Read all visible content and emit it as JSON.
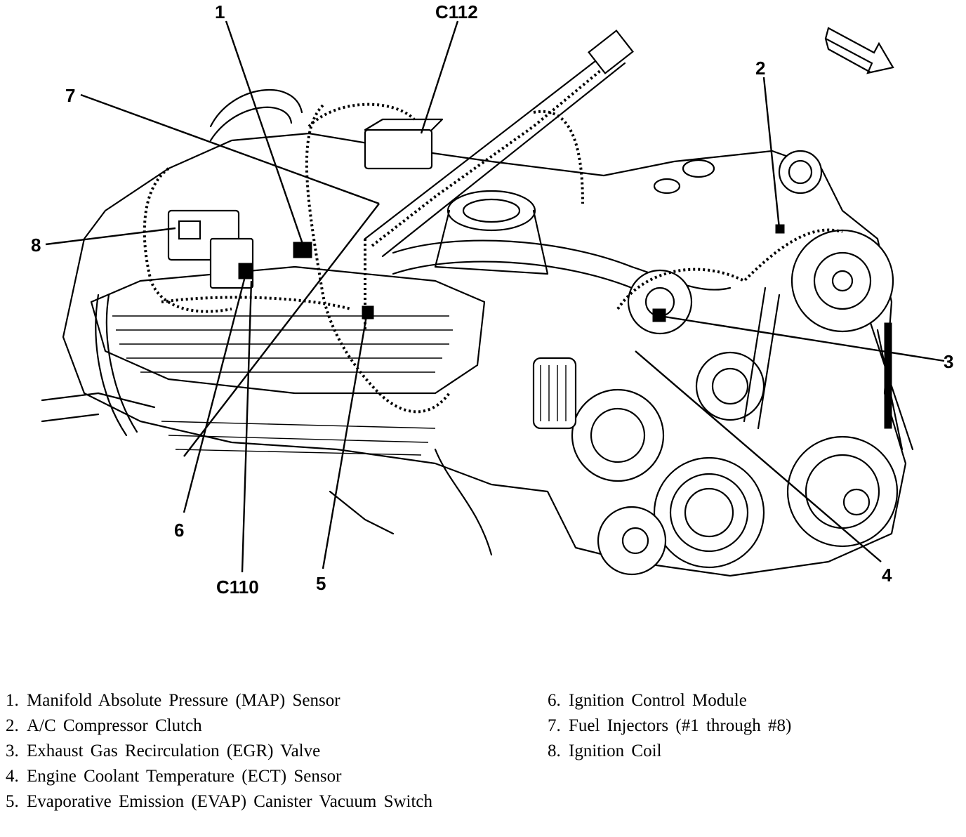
{
  "callouts": {
    "c1": "1",
    "c2": "2",
    "c3": "3",
    "c4": "4",
    "c5": "5",
    "c6": "6",
    "c7": "7",
    "c8": "8",
    "c112": "C112",
    "c110": "C110"
  },
  "legend": {
    "left": [
      {
        "num": "1.",
        "text": "Manifold Absolute Pressure (MAP) Sensor"
      },
      {
        "num": "2.",
        "text": "A/C Compressor Clutch"
      },
      {
        "num": "3.",
        "text": "Exhaust Gas Recirculation (EGR) Valve"
      },
      {
        "num": "4.",
        "text": "Engine Coolant Temperature (ECT) Sensor"
      },
      {
        "num": "5.",
        "text": "Evaporative Emission (EVAP) Canister Vacuum Switch"
      }
    ],
    "right": [
      {
        "num": "6.",
        "text": "Ignition Control Module"
      },
      {
        "num": "7.",
        "text": "Fuel Injectors (#1 through #8)"
      },
      {
        "num": "8.",
        "text": "Ignition Coil"
      }
    ]
  },
  "icons": {
    "direction": "front-direction-arrow-icon"
  }
}
